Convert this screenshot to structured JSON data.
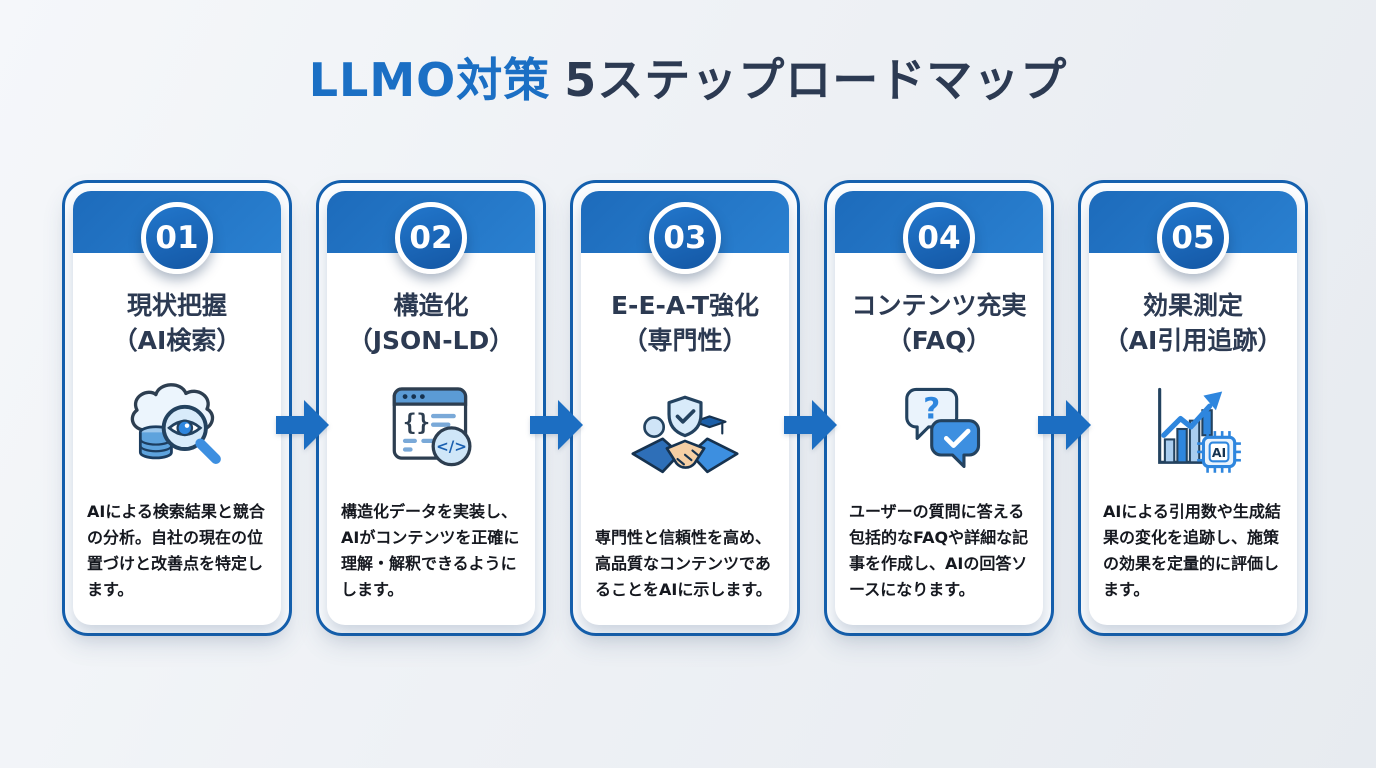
{
  "title": {
    "highlight": "LLMO対策",
    "rest": "5ステップロードマップ"
  },
  "colors": {
    "accent_blue": "#1b6fc4",
    "dark_navy": "#2c3a52",
    "card_border_blue": "#1460ae",
    "header_gradient_start": "#1d6bbb",
    "header_gradient_end": "#2a80d0",
    "arrow_blue": "#1c6ec2",
    "background": "#eef1f5"
  },
  "steps": [
    {
      "number": "01",
      "title": "現状把握",
      "subtitle": "（AI検索）",
      "icon": "cloud-search-eye-icon",
      "description": "AIによる検索結果と競合の分析。自社の現在の位置づけと改善点を特定します。"
    },
    {
      "number": "02",
      "title": "構造化",
      "subtitle": "（JSON-LD）",
      "icon": "structured-data-code-icon",
      "description": "構造化データを実装し、AIがコンテンツを正確に理解・解釈できるようにします。"
    },
    {
      "number": "03",
      "title": "E-E-A-T強化",
      "subtitle": "（専門性）",
      "icon": "handshake-shield-icon",
      "description": "専門性と信頼性を高め、高品質なコンテンツであることをAIに示します。"
    },
    {
      "number": "04",
      "title": "コンテンツ充実",
      "subtitle": "（FAQ）",
      "icon": "faq-bubbles-icon",
      "description": "ユーザーの質問に答える包括的なFAQや詳細な記事を作成し、AIの回答ソースになります。"
    },
    {
      "number": "05",
      "title": "効果測定",
      "subtitle": "（AI引用追跡）",
      "icon": "chart-ai-chip-icon",
      "description": "AIによる引用数や生成結果の変化を追跡し、施策の効果を定量的に評価します。"
    }
  ]
}
